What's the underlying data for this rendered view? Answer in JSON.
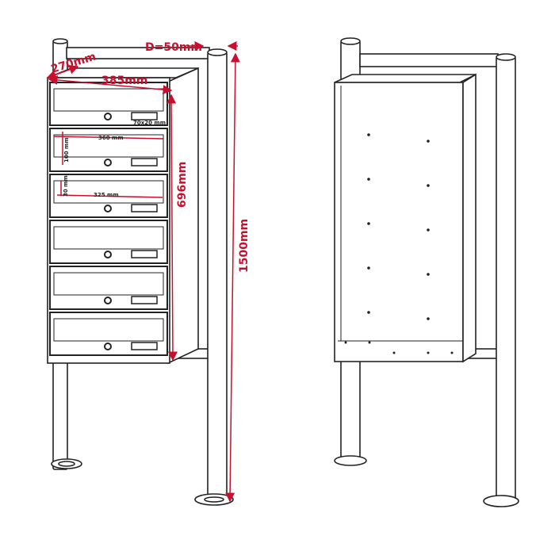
{
  "dimensions": {
    "pole_diameter": "D=50mm",
    "depth": "270mm",
    "width": "385mm",
    "box_height": "696mm",
    "total_height": "1500mm",
    "slot_width": "360 mm",
    "slot_height": "100 mm",
    "window_height": "30 mm",
    "window_width": "325 mm",
    "name_plate": "70x20 mm"
  },
  "mailbox_count": 6,
  "colors": {
    "dimension": "#c8102e",
    "line": "#222222"
  }
}
